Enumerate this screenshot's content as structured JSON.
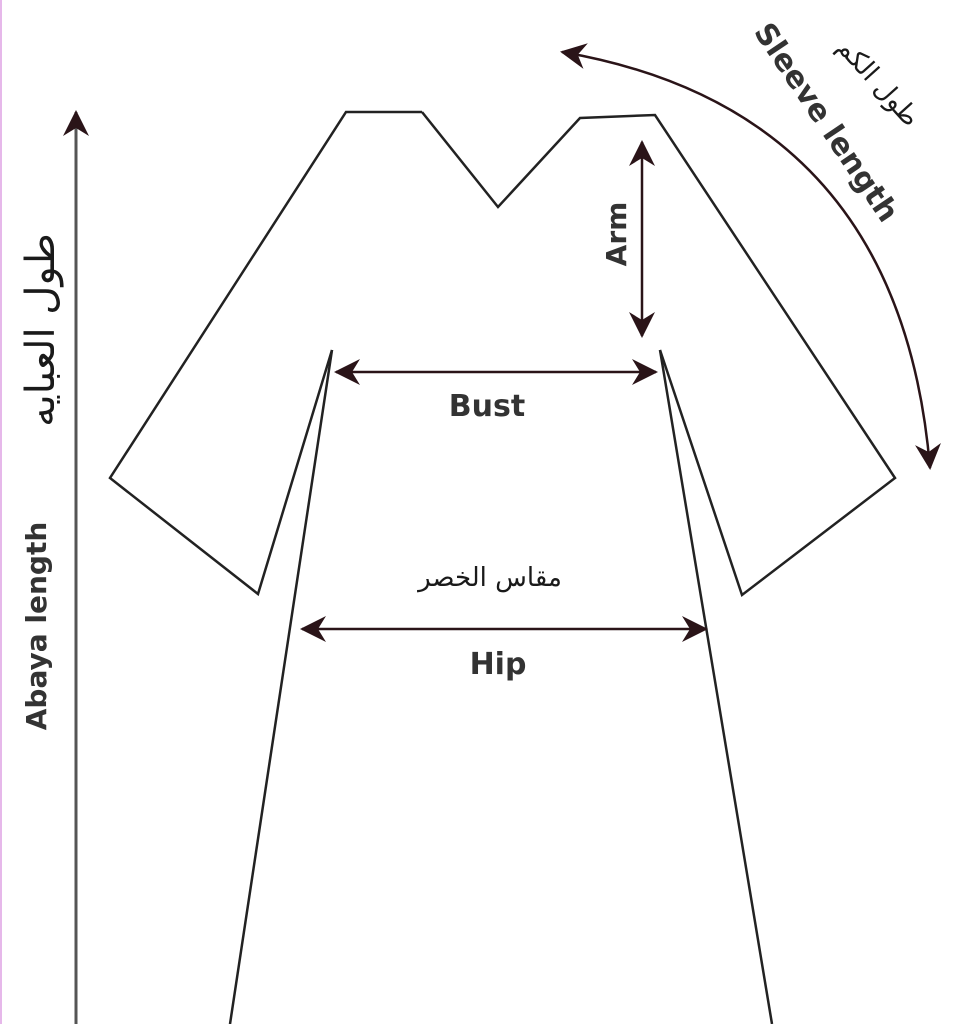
{
  "diagram": {
    "labels": {
      "abaya_length_en": "Abaya length",
      "abaya_length_ar": "طول العبايه",
      "sleeve_length_en": "Sleeve length",
      "sleeve_length_ar": "طول الكم",
      "arm": "Arm",
      "bust": "Bust",
      "hip": "Hip",
      "hip_ar": "مقاس الخصر"
    },
    "colors": {
      "garment_outline": "#222222",
      "arrow": "#2a1418",
      "left_border": "#e6b8ea",
      "background": "#ffffff"
    }
  }
}
